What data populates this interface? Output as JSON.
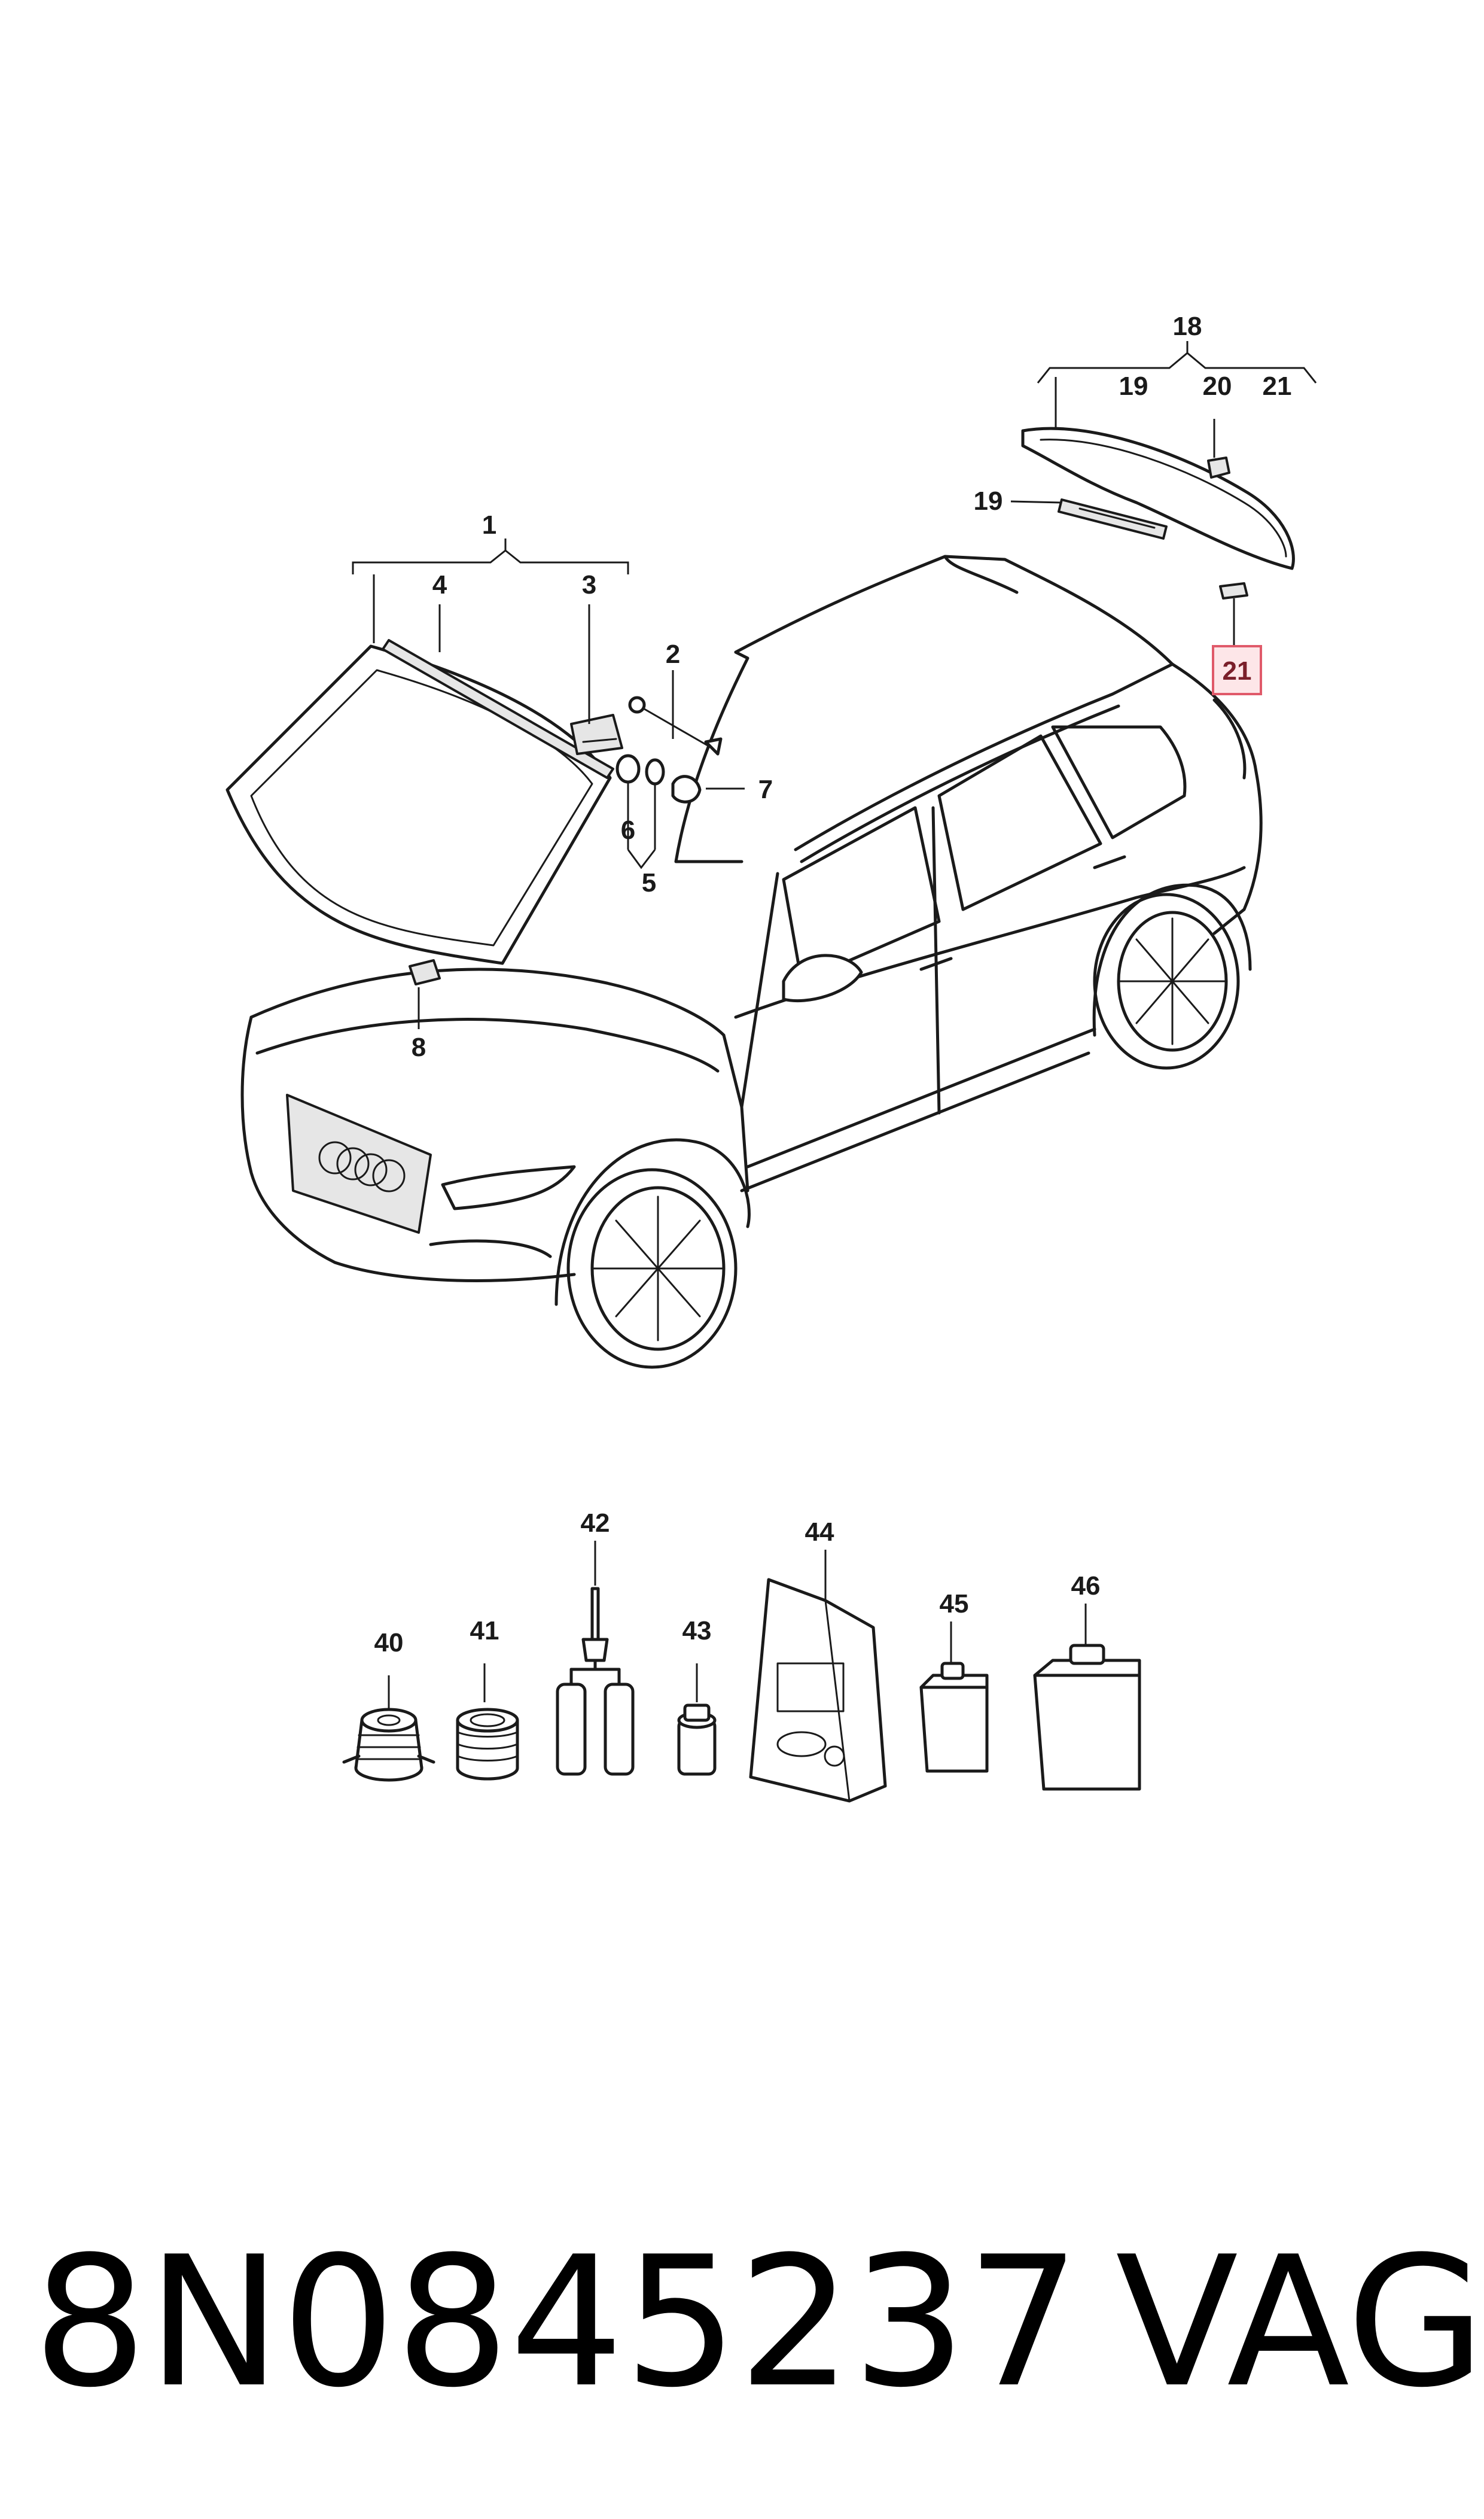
{
  "callouts": {
    "c1": "1",
    "c2": "2",
    "c3": "3",
    "c4": "4",
    "c5": "5",
    "c6": "6",
    "c7": "7",
    "c8": "8",
    "c18": "18",
    "c19_top": "19",
    "c20": "20",
    "c21_top": "21",
    "c19_side": "19",
    "c21_highlight": "21",
    "c40": "40",
    "c41": "41",
    "c42": "42",
    "c43": "43",
    "c44": "44",
    "c45": "45",
    "c46": "46"
  },
  "highlight": {
    "part_number": "21",
    "color": "#e05a6a",
    "fill": "#fde6e8"
  },
  "footer": {
    "part_code": "8N0845237",
    "brand": "VAG"
  }
}
